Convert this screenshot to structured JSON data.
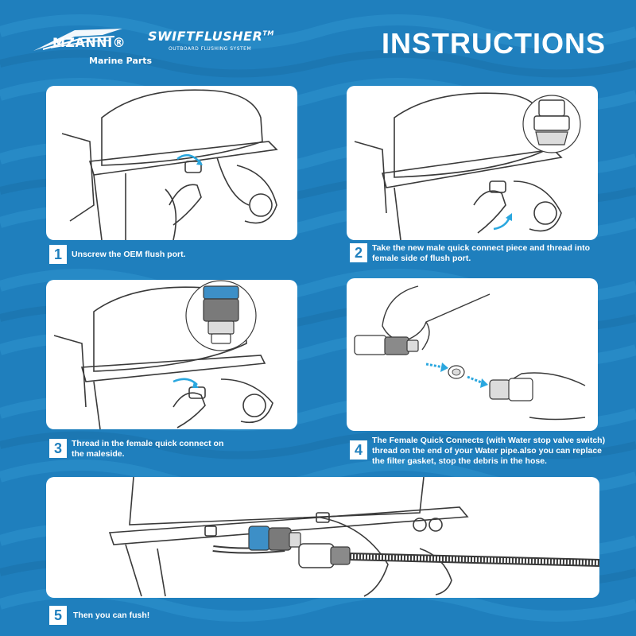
{
  "brand": {
    "name": "MZANNI",
    "registered": "®",
    "subtitle": "Marine Parts"
  },
  "product": {
    "name": "SWIFTFLUSHER",
    "trademark": "TM",
    "tagline": "OUTBOARD FLUSHING SYSTEM"
  },
  "page_title": "INSTRUCTIONS",
  "steps": [
    {
      "number": "1",
      "text": "Unscrew the OEM flush port."
    },
    {
      "number": "2",
      "text": "Take the new male quick connect piece and thread into female side of flush port."
    },
    {
      "number": "3",
      "text": "Thread in the female quick connect on the maleside."
    },
    {
      "number": "4",
      "text": "The Female Quick Connects (with Water stop valve switch) thread on the end of your Water pipe.also you can replace the filter gasket, stop the debris in the hose."
    },
    {
      "number": "5",
      "text": "Then you can fush!"
    }
  ],
  "colors": {
    "background": "#1f7fbd",
    "accent": "#2aa7df",
    "card": "#ffffff",
    "line_art": "#3a3a3a"
  }
}
